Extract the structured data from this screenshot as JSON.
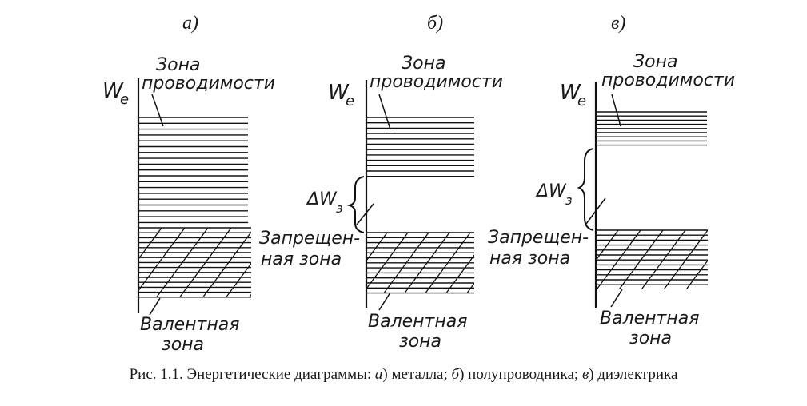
{
  "panels": {
    "a": {
      "letter": "а)",
      "axis_label": "W",
      "axis_sub": "e",
      "conduction_label": [
        "Зона",
        "проводимости"
      ],
      "valence_label": [
        "Валентная",
        "зона"
      ]
    },
    "b": {
      "letter": "б)",
      "axis_label": "W",
      "axis_sub": "e",
      "conduction_label": [
        "Зона",
        "проводимости"
      ],
      "gap_symbol": "ΔW",
      "gap_sub": "з",
      "forbidden_label": [
        "Запрещен-",
        "ная зона"
      ],
      "valence_label": [
        "Валентная",
        "зона"
      ]
    },
    "c": {
      "letter": "в)",
      "axis_label": "W",
      "axis_sub": "e",
      "conduction_label": [
        "Зона",
        "проводимости"
      ],
      "gap_symbol": "ΔW",
      "gap_sub": "з",
      "forbidden_label": [
        "Запрещен-",
        "ная зона"
      ],
      "valence_label": [
        "Валентная",
        "зона"
      ]
    }
  },
  "caption": {
    "prefix": "Рис. 1.1. Энергетические диаграммы: ",
    "a_letter": "а",
    "a_text": ") металла; ",
    "b_letter": "б",
    "b_text": ") полупроводника; ",
    "c_letter": "в",
    "c_text": ") диэлектрика"
  }
}
